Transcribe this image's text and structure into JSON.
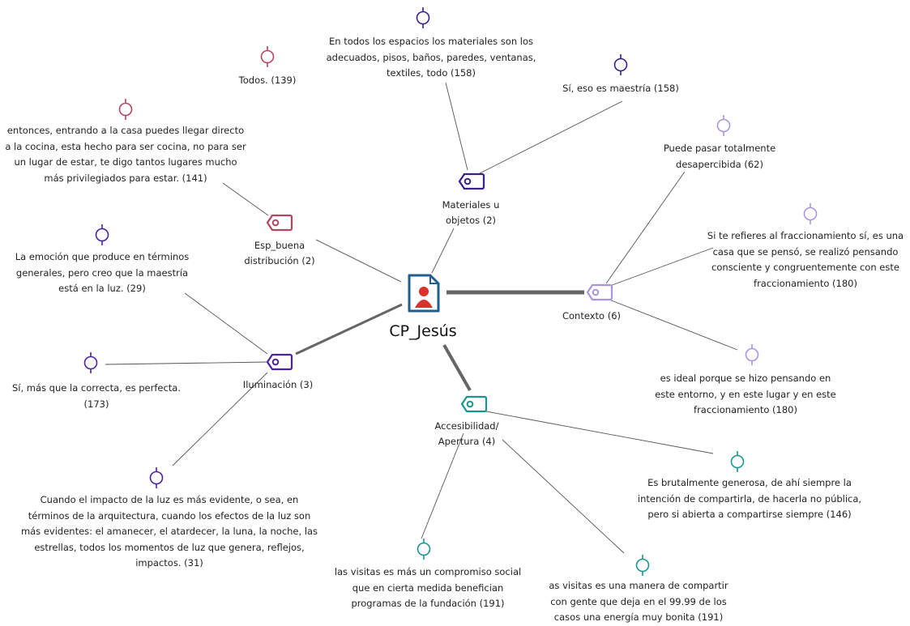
{
  "center": {
    "label": "CP_Jesús"
  },
  "codes": [
    {
      "id": "esp",
      "lines": [
        "Esp_buena",
        "distribución (2)"
      ],
      "color": "#b5455f"
    },
    {
      "id": "mat",
      "lines": [
        "Materiales u",
        "objetos (2)"
      ],
      "color": "#3a1f8c"
    },
    {
      "id": "ctx",
      "lines": [
        "Contexto (6)"
      ],
      "color": "#a994dd"
    },
    {
      "id": "ilu",
      "lines": [
        "Iluminación (3)"
      ],
      "color": "#4b22a4"
    },
    {
      "id": "acc",
      "lines": [
        "Accesibilidad/",
        "Apertura (4)"
      ],
      "color": "#1a948e"
    }
  ],
  "quotations": [
    {
      "id": "q139",
      "code": "esp",
      "color": "#b5455f",
      "lines": [
        "Todos. (139)"
      ]
    },
    {
      "id": "q141",
      "code": "esp",
      "color": "#b5455f",
      "lines": [
        "entonces, entrando a la casa puedes llegar directo",
        "a la cocina, esta hecho para ser cocina, no para ser",
        "un lugar de estar, te digo tantos lugares mucho",
        "más privilegiados para estar. (141)"
      ]
    },
    {
      "id": "q158a",
      "code": "mat",
      "color": "#3a1f8c",
      "lines": [
        "En todos los espacios los materiales son los",
        "adecuados, pisos, baños, paredes, ventanas,",
        "textiles, todo (158)"
      ]
    },
    {
      "id": "q158b",
      "code": "mat",
      "color": "#3a1f8c",
      "lines": [
        "Sí, eso es maestría (158)"
      ]
    },
    {
      "id": "q62",
      "code": "ctx",
      "color": "#a994dd",
      "lines": [
        "Puede pasar totalmente",
        "desapercibida (62)"
      ]
    },
    {
      "id": "q180a",
      "code": "ctx",
      "color": "#a994dd",
      "lines": [
        "Si te refieres al fraccionamiento sí, es una",
        "casa que se pensó, se realizó pensando",
        "consciente y congruentemente con este",
        "fraccionamiento (180)"
      ]
    },
    {
      "id": "q180b",
      "code": "ctx",
      "color": "#a994dd",
      "lines": [
        "es ideal porque se hizo pensando en",
        "este entorno, y en este lugar y en este",
        "fraccionamiento (180)"
      ]
    },
    {
      "id": "q29",
      "code": "ilu",
      "color": "#4b22a4",
      "lines": [
        "La emoción que produce en términos",
        "generales, pero creo que la maestría",
        "está en la luz. (29)"
      ]
    },
    {
      "id": "q173",
      "code": "ilu",
      "color": "#4b22a4",
      "lines": [
        "Sí, más que la correcta, es perfecta.",
        "(173)"
      ]
    },
    {
      "id": "q31",
      "code": "ilu",
      "color": "#4b22a4",
      "lines": [
        "Cuando el impacto de la luz es más evidente, o sea, en",
        "términos de la arquitectura, cuando los efectos de la luz son",
        "más evidentes: el amanecer, el atardecer, la luna, la noche, las",
        "estrellas, todos los momentos de luz que genera, reflejos,",
        "impactos. (31)"
      ]
    },
    {
      "id": "q146",
      "code": "acc",
      "color": "#1a948e",
      "lines": [
        "Es brutalmente generosa, de ahí siempre la",
        "intención de compartirla, de hacerla no pública,",
        "pero si abierta a compartirse siempre (146)"
      ]
    },
    {
      "id": "q191a",
      "code": "acc",
      "color": "#1a948e",
      "lines": [
        "las visitas es más un compromiso social",
        "que en cierta medida benefician",
        "programas de la fundación (191)"
      ]
    },
    {
      "id": "q191b",
      "code": "acc",
      "color": "#1a948e",
      "lines": [
        "as visitas es una manera de compartir",
        "con gente que deja en el 99.99 de los",
        "casos una energía muy bonita (191)"
      ]
    }
  ]
}
